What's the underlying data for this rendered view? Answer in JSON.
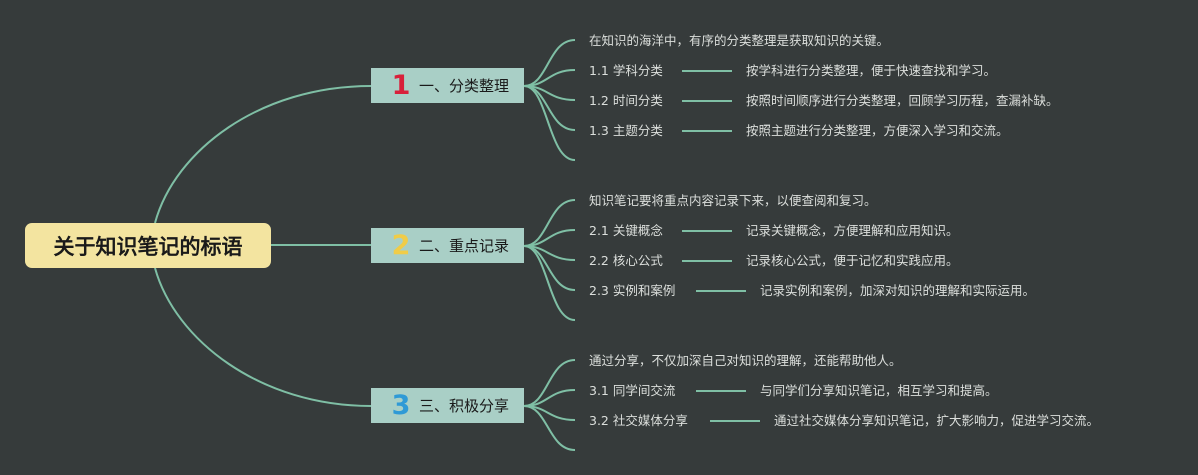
{
  "root": {
    "title": "关于知识笔记的标语"
  },
  "branches": [
    {
      "number": "1",
      "number_color": "#d8203a",
      "title": "一、分类整理",
      "intro": "在知识的海洋中，有序的分类整理是获取知识的关键。",
      "items": [
        {
          "label": "1.1 学科分类",
          "desc": "按学科进行分类整理，便于快速查找和学习。"
        },
        {
          "label": "1.2 时间分类",
          "desc": "按照时间顺序进行分类整理，回顾学习历程，查漏补缺。"
        },
        {
          "label": "1.3 主题分类",
          "desc": "按照主题进行分类整理，方便深入学习和交流。"
        }
      ]
    },
    {
      "number": "2",
      "number_color": "#f0cc48",
      "title": "二、重点记录",
      "intro": "知识笔记要将重点内容记录下来，以便查阅和复习。",
      "items": [
        {
          "label": "2.1 关键概念",
          "desc": "记录关键概念，方便理解和应用知识。"
        },
        {
          "label": "2.2 核心公式",
          "desc": "记录核心公式，便于记忆和实践应用。"
        },
        {
          "label": "2.3 实例和案例",
          "desc": "记录实例和案例，加深对知识的理解和实际运用。"
        }
      ]
    },
    {
      "number": "3",
      "number_color": "#2f9ad6",
      "title": "三、积极分享",
      "intro": "通过分享，不仅加深自己对知识的理解，还能帮助他人。",
      "items": [
        {
          "label": "3.1 同学间交流",
          "desc": "与同学们分享知识笔记，相互学习和提高。"
        },
        {
          "label": "3.2 社交媒体分享",
          "desc": "通过社交媒体分享知识笔记，扩大影响力，促进学习交流。"
        }
      ]
    }
  ],
  "colors": {
    "background": "#363b3b",
    "connector": "#7fbfa5",
    "root_fill": "#f3e4a0",
    "branch_fill": "#a9cfc6"
  }
}
